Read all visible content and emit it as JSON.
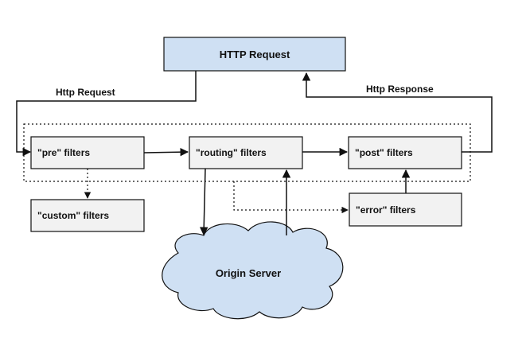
{
  "nodes": {
    "http_request_box": "HTTP Request",
    "pre": "\"pre\" filters",
    "routing": "\"routing\" filters",
    "post": "\"post\" filters",
    "custom": "\"custom\" filters",
    "error": "\"error\" filters",
    "origin": "Origin Server"
  },
  "edges": {
    "http_request": "Http Request",
    "http_response": "Http Response"
  },
  "colors": {
    "top_box_fill": "#cfe0f3",
    "filter_box_fill": "#f2f2f2",
    "cloud_fill": "#cfe0f3",
    "stroke": "#111111"
  }
}
